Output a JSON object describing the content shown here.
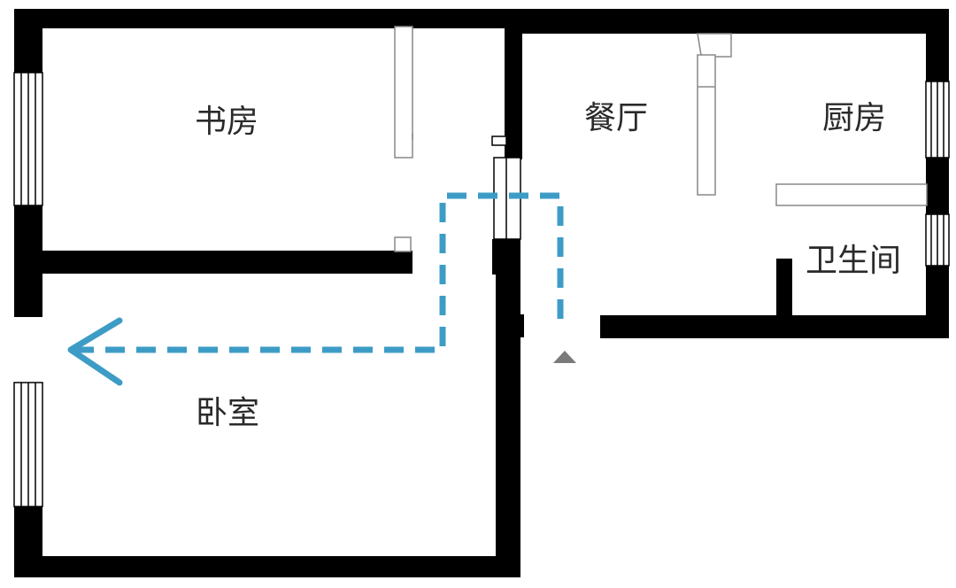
{
  "rooms": {
    "study": "书房",
    "dining": "餐厅",
    "kitchen": "厨房",
    "bathroom": "卫生间",
    "bedroom": "卧室"
  },
  "colors": {
    "wall": "#000000",
    "route": "#3d9cc6",
    "entrance_marker": "#7a7a7a",
    "fixture_stroke": "#888888"
  },
  "icons": {
    "route_arrow": "arrow-left-icon",
    "entrance": "entrance-triangle-icon"
  }
}
